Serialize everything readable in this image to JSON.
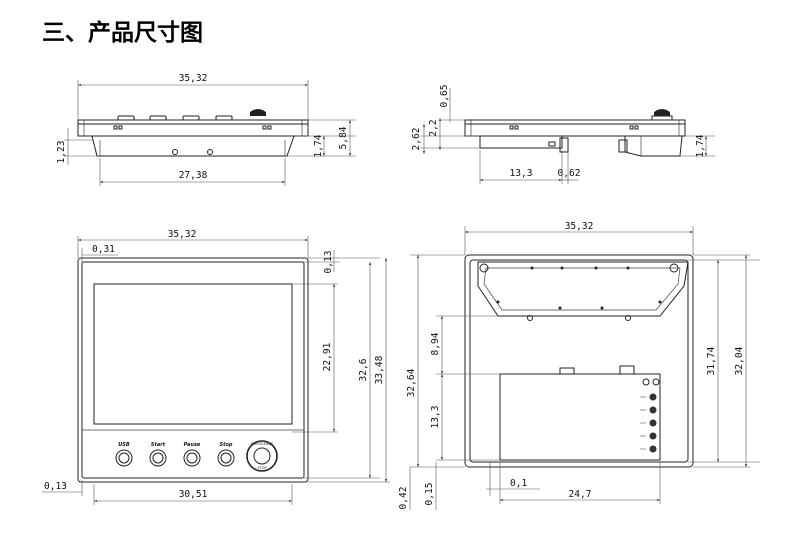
{
  "page_title": "三、产品尺寸图",
  "buttons": [
    "USB",
    "Start",
    "Pause",
    "Stop"
  ],
  "estop": {
    "outer_text": "EMERGENCY",
    "bottom_text": "STOP"
  },
  "views": {
    "top_view": {
      "width": "35,32",
      "inner": "27,38",
      "left": "1,23",
      "right_small": "1,74",
      "right_total": "5,84"
    },
    "side_view": {
      "top": "0,65",
      "a": "2,2",
      "b": "2,62",
      "body": "13,3",
      "gap": "0,62",
      "right": "1,74"
    },
    "front_view": {
      "width": "35,32",
      "bezel": "0,31",
      "top": "0,13",
      "screen_h": "22,91",
      "h1": "32,6",
      "h2": "33,48",
      "left": "0,13",
      "bottom": "30,51"
    },
    "rear_view": {
      "width": "35,32",
      "v1": "31,74",
      "v2": "32,04",
      "box_h": "32,64",
      "p1": "8,94",
      "p2": "13,3",
      "b1": "0,42",
      "b2": "0,15",
      "x1": "0,1",
      "x2": "24,7"
    }
  }
}
